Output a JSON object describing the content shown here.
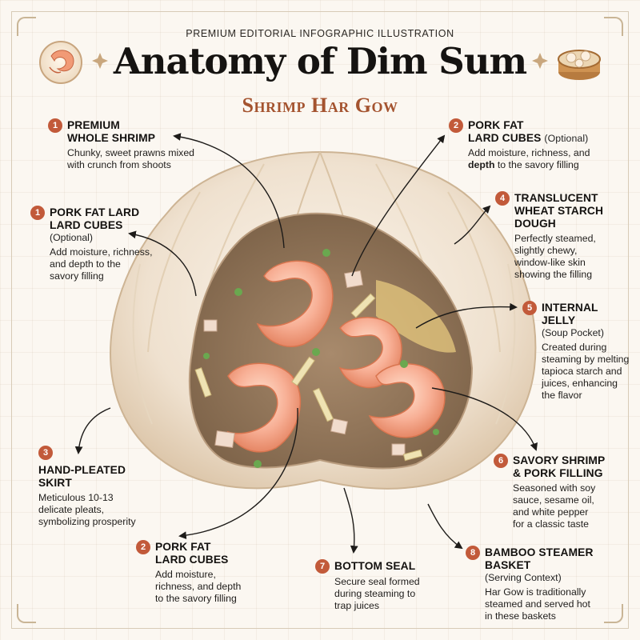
{
  "header": {
    "kicker": "PREMIUM EDITORIAL INFOGRAPHIC ILLUSTRATION",
    "title": "Anatomy of Dim Sum",
    "subtitle": "Shrimp Har Gow"
  },
  "icons": {
    "left": "shrimp-icon",
    "right": "bamboo-steamer-icon"
  },
  "colors": {
    "accent": "#c25a3a",
    "subtitle": "#a4532f",
    "background": "#fbf7f1"
  },
  "callouts": {
    "whole_shrimp": {
      "num": "1",
      "head_l1": "PREMIUM",
      "head_l2": "WHOLE SHRIMP",
      "body_l1": "Chunky, sweet prawns mixed",
      "body_l2": "with crunch from shoots"
    },
    "lard_left": {
      "num": "1",
      "head_l1": "PORK FAT LARD",
      "head_l2": "LARD CUBES",
      "sub": "(Optional)",
      "body_l1": "Add moisture, richness,",
      "body_l2": "and depth to the",
      "body_l3": "savory filling"
    },
    "lard_top_right": {
      "num": "2",
      "head_l1": "PORK FAT",
      "head_l2": "LARD CUBES",
      "sub": "(Optional)",
      "body_l1": "Add moisture, richness, and",
      "body_l2_bold": "depth",
      "body_l2_rest": " to the savory filling"
    },
    "dough": {
      "num": "4",
      "head_l1": "TRANSLUCENT",
      "head_l2": "WHEAT STARCH",
      "head_l3": "DOUGH",
      "body_l1": "Perfectly steamed,",
      "body_l2": "slightly chewy,",
      "body_l3": "window-like skin",
      "body_l4": "showing the filling"
    },
    "jelly": {
      "num": "5",
      "head_l1": "INTERNAL",
      "head_l2": "JELLY",
      "sub": "(Soup Pocket)",
      "body_l1": "Created during",
      "body_l2": "steaming by melting",
      "body_l3": "tapioca starch and",
      "body_l4": "juices, enhancing",
      "body_l5": "the flavor"
    },
    "skirt": {
      "num": "3",
      "head_l1": "HAND-PLEATED",
      "head_l2": "SKIRT",
      "body_l1": "Meticulous 10-13",
      "body_l2": "delicate pleats,",
      "body_l3": "symbolizing prosperity"
    },
    "filling": {
      "num": "6",
      "head_l1": "SAVORY SHRIMP",
      "head_l2": "& PORK FILLING",
      "body_l1": "Seasoned with soy",
      "body_l2": "sauce, sesame oil,",
      "body_l3": "and white pepper",
      "body_l4": "for a classic taste"
    },
    "lard_bottom": {
      "num": "2",
      "head_l1": "PORK FAT",
      "head_l2": "LARD CUBES",
      "body_l1": "Add moisture,",
      "body_l2": "richness, and depth",
      "body_l3": "to the savory filling"
    },
    "seal": {
      "num": "7",
      "head_l1": "BOTTOM SEAL",
      "body_l1": "Secure seal formed",
      "body_l2": "during steaming to",
      "body_l3": "trap juices"
    },
    "basket": {
      "num": "8",
      "head_l1": "BAMBOO STEAMER",
      "head_l2": "BASKET",
      "sub": "(Serving Context)",
      "body_l1": "Har Gow is traditionally",
      "body_l2": "steamed and served hot",
      "body_l3": "in these baskets"
    }
  }
}
